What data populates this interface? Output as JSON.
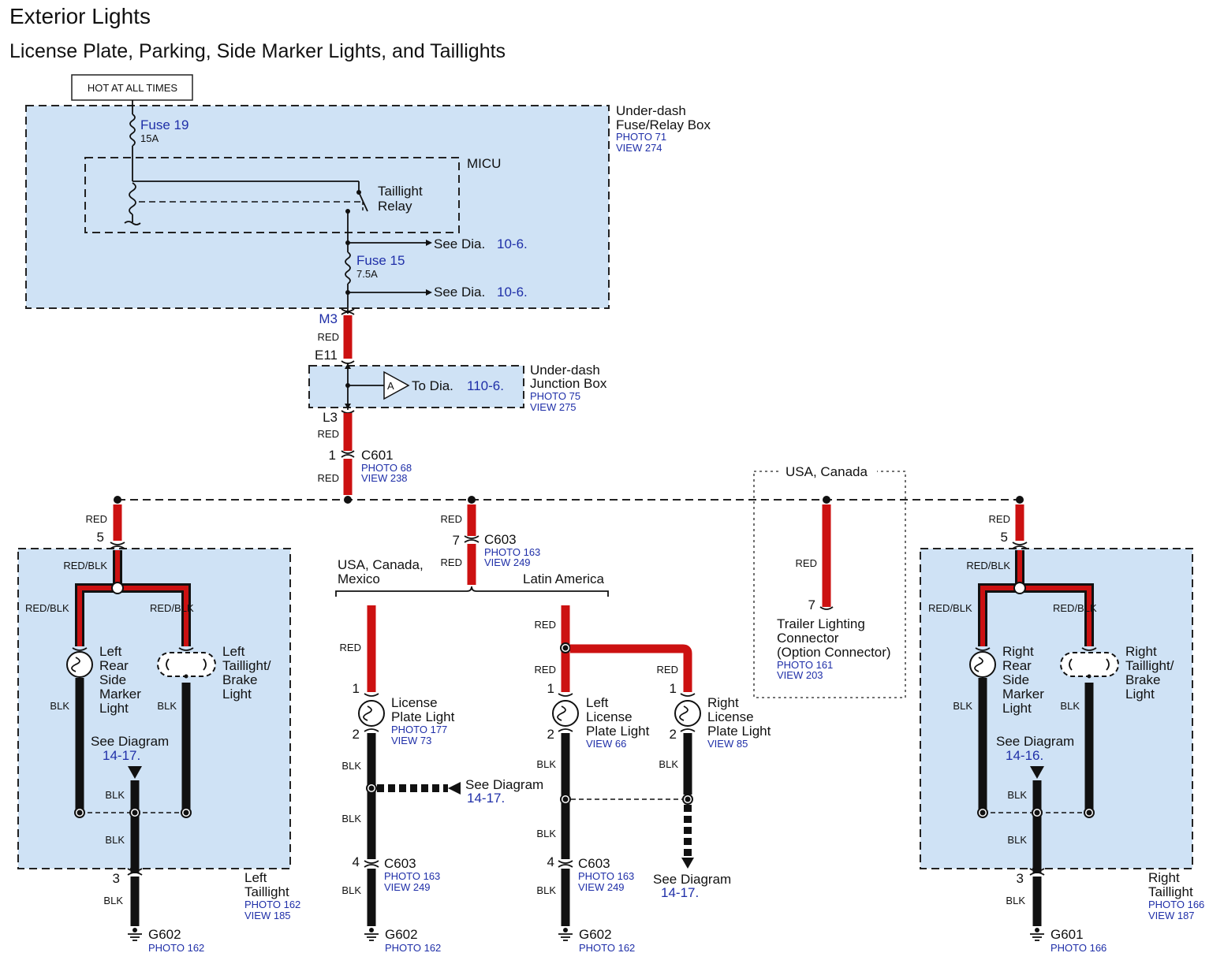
{
  "title": "Exterior Lights",
  "subtitle": "License Plate, Parking, Side Marker Lights, and Taillights",
  "hot_label": "HOT AT ALL TIMES",
  "fuse_box": {
    "name_1": "Under-dash",
    "name_2": "Fuse/Relay Box",
    "photo": "PHOTO 71",
    "view": "VIEW 274"
  },
  "fuse19": {
    "name": "Fuse 19",
    "rating": "15A"
  },
  "micu": "MICU",
  "relay": {
    "line1": "Taillight",
    "line2": "Relay"
  },
  "see_dia_1": {
    "text": "See  Dia.",
    "ref": "10-6."
  },
  "fuse15": {
    "name": "Fuse 15",
    "rating": "7.5A"
  },
  "see_dia_2": {
    "text": "See  Dia.",
    "ref": "10-6."
  },
  "m3": "M3",
  "wire_red": "RED",
  "wire_blk": "BLK",
  "wire_redblk": "RED/BLK",
  "e11": "E11",
  "junction_box": {
    "name_1": "Under-dash",
    "name_2": "Junction Box",
    "photo": "PHOTO 75",
    "view": "VIEW 275"
  },
  "to_dia": {
    "marker": "A",
    "text": "To  Dia.",
    "ref": "110-6."
  },
  "l3": "L3",
  "c601": {
    "pin": "1",
    "name": "C601",
    "photo": "PHOTO 68",
    "view": "VIEW 238"
  },
  "usa_canada": "USA, Canada",
  "c603_top": {
    "pin": "7",
    "name": "C603",
    "photo": "PHOTO 163",
    "view": "VIEW 249"
  },
  "region_left": {
    "line1": "USA, Canada,",
    "line2": "Mexico"
  },
  "region_right": "Latin America",
  "left_taillight_box": {
    "pin": "5",
    "rear_marker": [
      "Left",
      "Rear",
      "Side",
      "Marker",
      "Light"
    ],
    "brake": [
      "Left",
      "Taillight/",
      "Brake",
      "Light"
    ],
    "see_diagram": "See Diagram",
    "see_ref": "14-17.",
    "ground_pin": "3",
    "name_1": "Left",
    "name_2": "Taillight",
    "photo": "PHOTO 162",
    "view": "VIEW 185",
    "ground": "G602",
    "ground_photo": "PHOTO 162"
  },
  "right_taillight_box": {
    "pin": "5",
    "rear_marker": [
      "Right",
      "Rear",
      "Side",
      "Marker",
      "Light"
    ],
    "brake": [
      "Right",
      "Taillight/",
      "Brake",
      "Light"
    ],
    "see_diagram": "See Diagram",
    "see_ref": "14-16.",
    "ground_pin": "3",
    "name_1": "Right",
    "name_2": "Taillight",
    "photo": "PHOTO 166",
    "view": "VIEW 187",
    "ground": "G601",
    "ground_photo": "PHOTO 166"
  },
  "license_plate_light": {
    "pin_top": "1",
    "pin_bot": "2",
    "name_1": "License",
    "name_2": "Plate Light",
    "photo": "PHOTO 177",
    "view": "VIEW 73",
    "see_diagram": "See Diagram",
    "see_ref": "14-17.",
    "c603_pin": "4",
    "c603": "C603",
    "c603_photo": "PHOTO 163",
    "c603_view": "VIEW 249",
    "ground": "G602",
    "ground_photo": "PHOTO 162"
  },
  "left_license": {
    "pin_top": "1",
    "pin_bot": "2",
    "name_1": "Left",
    "name_2": "License",
    "name_3": "Plate Light",
    "view": "VIEW 66",
    "c603_pin": "4",
    "c603": "C603",
    "c603_photo": "PHOTO 163",
    "c603_view": "VIEW 249",
    "ground": "G602",
    "ground_photo": "PHOTO 162"
  },
  "right_license": {
    "pin_top": "1",
    "pin_bot": "2",
    "name_1": "Right",
    "name_2": "License",
    "name_3": "Plate Light",
    "view": "VIEW 85",
    "see_diagram": "See Diagram",
    "see_ref": "14-17."
  },
  "trailer": {
    "pin": "7",
    "line1": "Trailer Lighting",
    "line2": "Connector",
    "line3": "(Option Connector)",
    "photo": "PHOTO 161",
    "view": "VIEW 203"
  }
}
